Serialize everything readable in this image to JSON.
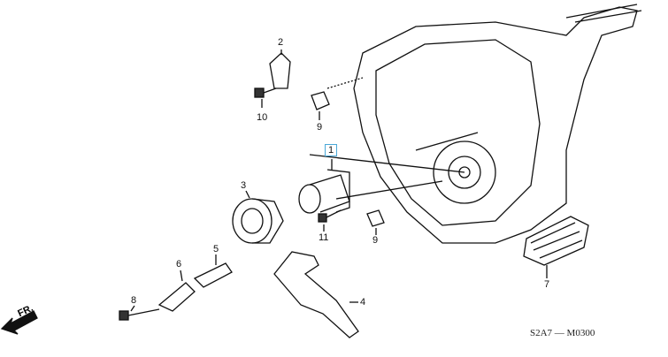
{
  "diagram": {
    "callouts": [
      {
        "id": "part-2",
        "text": "2"
      },
      {
        "id": "part-10",
        "text": "10"
      },
      {
        "id": "part-9-upper",
        "text": "9"
      },
      {
        "id": "part-1",
        "text": "1"
      },
      {
        "id": "part-3",
        "text": "3"
      },
      {
        "id": "part-11",
        "text": "11"
      },
      {
        "id": "part-9-lower",
        "text": "9"
      },
      {
        "id": "part-5",
        "text": "5"
      },
      {
        "id": "part-6",
        "text": "6"
      },
      {
        "id": "part-4",
        "text": "4"
      },
      {
        "id": "part-8",
        "text": "8"
      },
      {
        "id": "part-7",
        "text": "7"
      }
    ],
    "direction_label": "FR.",
    "diagram_code": "S2A7 — M0300",
    "highlight_color": "#4aa8d8"
  }
}
